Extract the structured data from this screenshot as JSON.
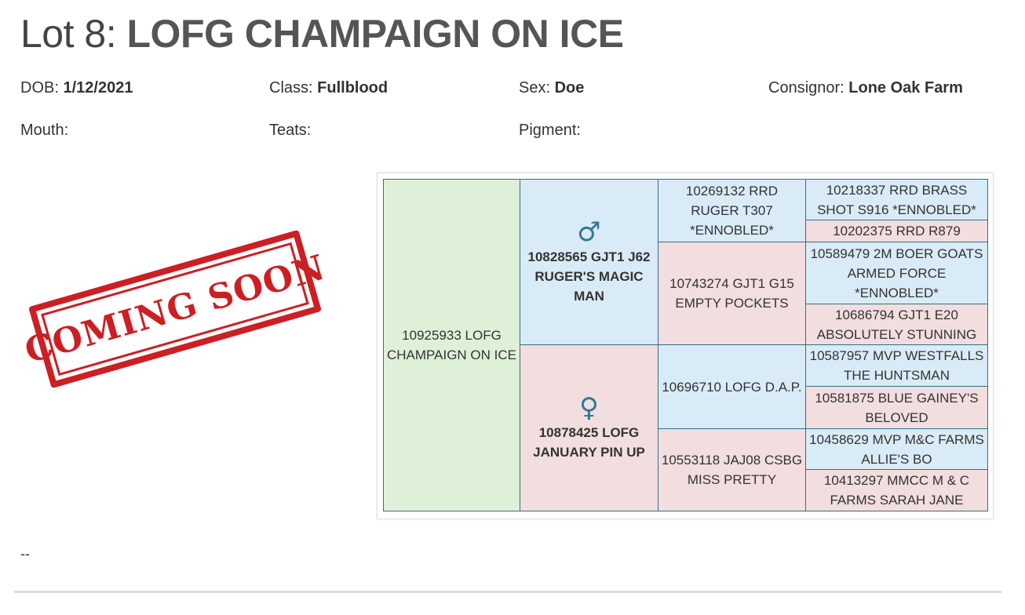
{
  "lot": {
    "prefix": "Lot 8:",
    "name": "LOFG CHAMPAIGN ON ICE"
  },
  "details": {
    "dob_label": "DOB:",
    "dob_value": "1/12/2021",
    "class_label": "Class:",
    "class_value": "Fullblood",
    "sex_label": "Sex:",
    "sex_value": "Doe",
    "consignor_label": "Consignor:",
    "consignor_value": "Lone Oak Farm",
    "mouth_label": "Mouth:",
    "teats_label": "Teats:",
    "pigment_label": "Pigment:"
  },
  "stamp": {
    "text": "COMING SOON",
    "color": "#cc1f24"
  },
  "pedigree": {
    "subject": "10925933 LOFG CHAMPAIGN ON ICE",
    "sire": {
      "symbol": "♂",
      "name": "10828565 GJT1 J62 RUGER'S MAGIC MAN"
    },
    "dam": {
      "symbol": "♀",
      "name": "10878425 LOFG JANUARY PIN UP"
    },
    "sire_sire": "10269132 RRD RUGER T307 *ENNOBLED*",
    "sire_dam": "10743274 GJT1 G15 EMPTY POCKETS",
    "dam_sire": "10696710 LOFG D.A.P.",
    "dam_dam": "10553118 JAJ08 CSBG MISS PRETTY",
    "ggp": [
      "10218337 RRD BRASS SHOT S916 *ENNOBLED*",
      "10202375 RRD R879",
      "10589479 2M BOER GOATS ARMED FORCE *ENNOBLED*",
      "10686794 GJT1 E20 ABSOLUTELY STUNNING",
      "10587957 MVP WESTFALLS THE HUNTSMAN",
      "10581875 BLUE GAINEY'S BELOVED",
      "10458629 MVP M&C FARMS ALLIE'S BO",
      "10413297 MMCC M & C FARMS SARAH JANE"
    ],
    "colors": {
      "subject": "#dff0d8",
      "male": "#d9ebf6",
      "female": "#f2dede",
      "border": "#2f6f8a"
    }
  },
  "notes": "--"
}
